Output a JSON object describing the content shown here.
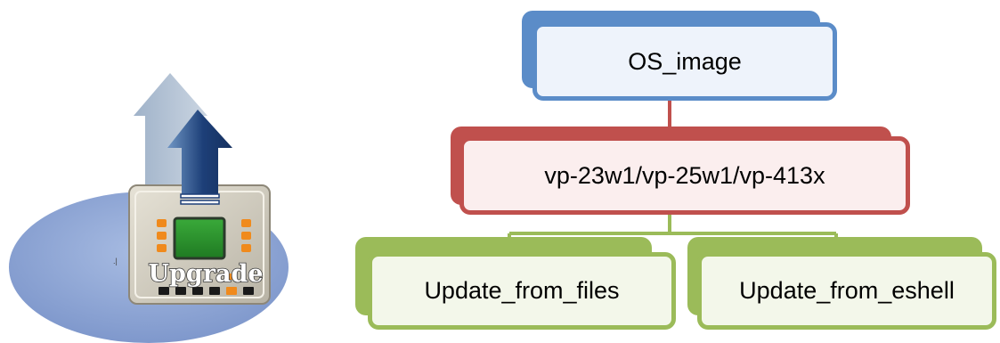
{
  "device": {
    "label": "Upgrade"
  },
  "colors": {
    "root_border": "#5b8cc8",
    "root_fill": "#eef3fb",
    "mid_border": "#c0504d",
    "mid_fill": "#fbeeee",
    "leaf_border": "#9bbb59",
    "leaf_fill": "#f3f7ea",
    "ellipse": "#8ea6d6"
  },
  "tree": {
    "root": "OS_image",
    "model": "vp-23w1/vp-25w1/vp-413x",
    "children": [
      "Update_from_files",
      "Update_from_eshell"
    ]
  }
}
